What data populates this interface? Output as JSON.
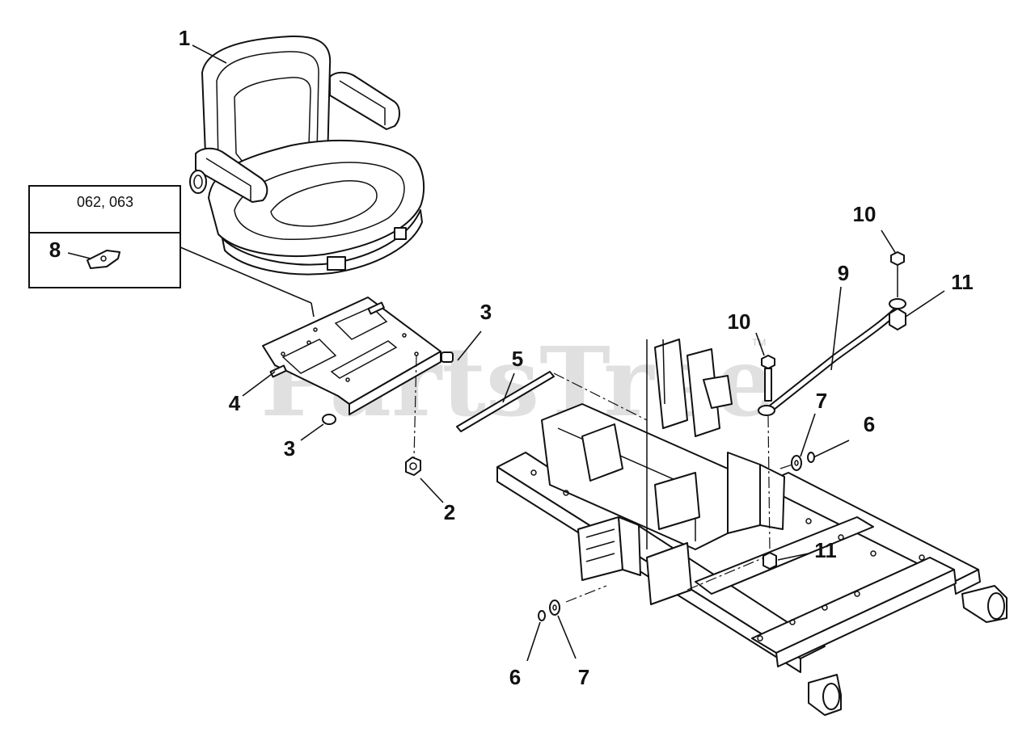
{
  "watermark": {
    "text": "PartsTree",
    "trademark": "TM"
  },
  "inset": {
    "models": "062, 063",
    "item": "8"
  },
  "callouts": {
    "seat": "1",
    "nut_bottom": "2",
    "spacer_right": "3",
    "spacer_left": "3",
    "seat_plate": "4",
    "rod": "5",
    "clip_right": "6",
    "clip_bottom": "6",
    "washer_right": "7",
    "washer_bottom": "7",
    "link_rod": "9",
    "bolt_top": "10",
    "bolt_left": "10",
    "nut_top": "11",
    "nut_mid": "11"
  }
}
